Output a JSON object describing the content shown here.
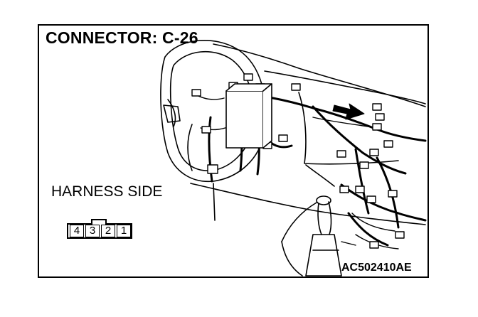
{
  "title": "CONNECTOR: C-26",
  "harness_label": "HARNESS SIDE",
  "figure_id": "AC502410AE",
  "connector_pins": [
    "4",
    "3",
    "2",
    "1"
  ],
  "colors": {
    "ink": "#000000",
    "paper": "#ffffff"
  }
}
